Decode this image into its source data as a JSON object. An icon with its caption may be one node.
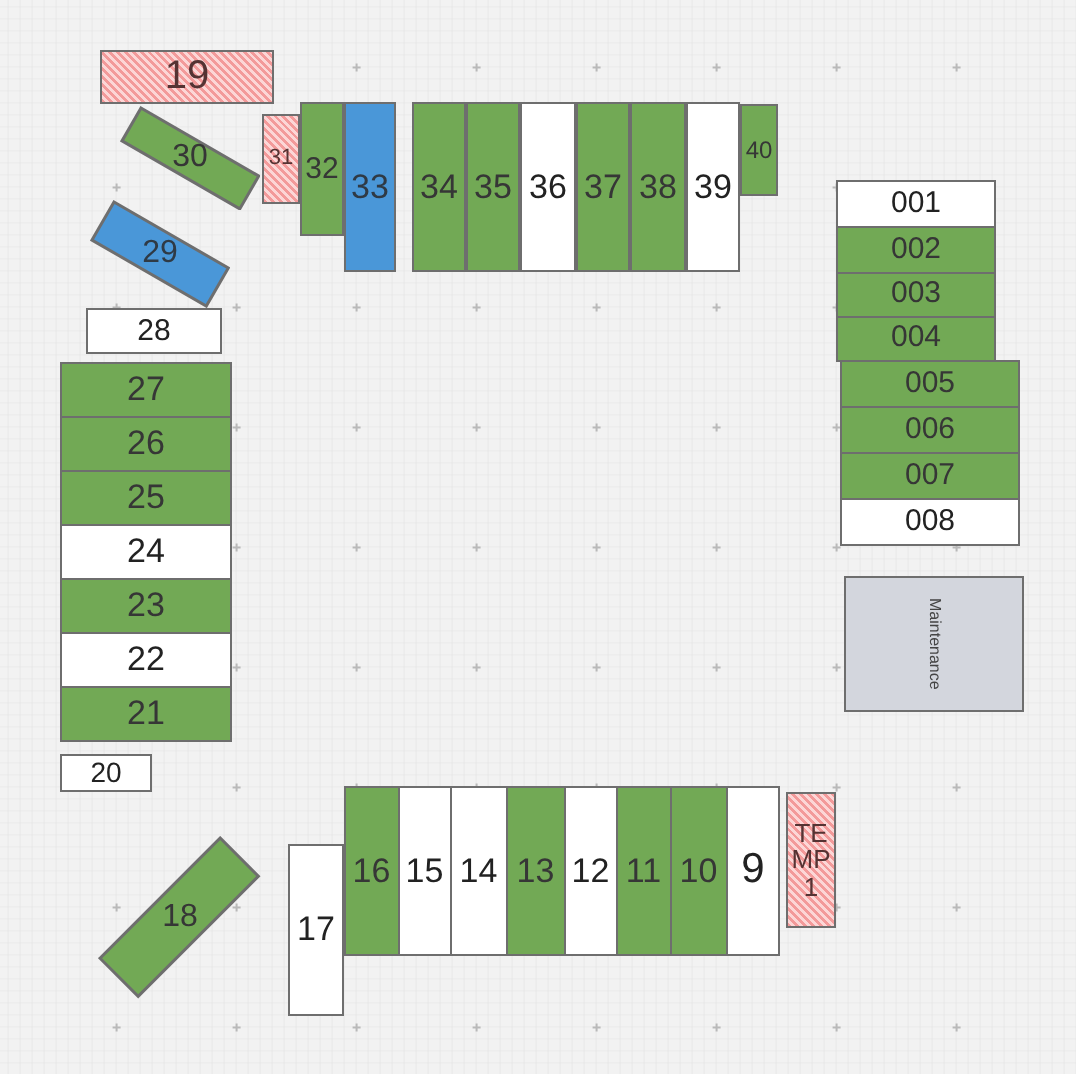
{
  "diagram": {
    "nodes": [
      {
        "text": [
          "19"
        ]
      },
      {
        "text": [
          "30"
        ]
      },
      {
        "text": [
          "29"
        ]
      },
      {
        "text": [
          "31"
        ]
      },
      {
        "text": [
          "32"
        ]
      },
      {
        "text": [
          "33"
        ]
      },
      {
        "text": [
          "34"
        ]
      },
      {
        "text": [
          "35"
        ]
      },
      {
        "text": [
          "36"
        ]
      },
      {
        "text": [
          "37"
        ]
      },
      {
        "text": [
          "38"
        ]
      },
      {
        "text": [
          "39"
        ]
      },
      {
        "text": [
          "40"
        ]
      },
      {
        "text": [
          "001"
        ]
      },
      {
        "text": [
          "002"
        ]
      },
      {
        "text": [
          "003"
        ]
      },
      {
        "text": [
          "004"
        ]
      },
      {
        "text": [
          "005"
        ]
      },
      {
        "text": [
          "006"
        ]
      },
      {
        "text": [
          "007"
        ]
      },
      {
        "text": [
          "008"
        ]
      },
      {
        "text": [
          "Maintenance"
        ]
      },
      {
        "text": [
          "28"
        ]
      },
      {
        "text": [
          "27"
        ]
      },
      {
        "text": [
          "26"
        ]
      },
      {
        "text": [
          "25"
        ]
      },
      {
        "text": [
          "24"
        ]
      },
      {
        "text": [
          "23"
        ]
      },
      {
        "text": [
          "22"
        ]
      },
      {
        "text": [
          "21"
        ]
      },
      {
        "text": [
          "20"
        ]
      },
      {
        "text": [
          "18"
        ]
      },
      {
        "text": [
          "17"
        ]
      },
      {
        "text": [
          "16"
        ]
      },
      {
        "text": [
          "15"
        ]
      },
      {
        "text": [
          "14"
        ]
      },
      {
        "text": [
          "13"
        ]
      },
      {
        "text": [
          "12"
        ]
      },
      {
        "text": [
          "11"
        ]
      },
      {
        "text": [
          "10"
        ]
      },
      {
        "text": [
          "9"
        ]
      },
      {
        "text": [
          "TEMP 1"
        ]
      }
    ]
  }
}
